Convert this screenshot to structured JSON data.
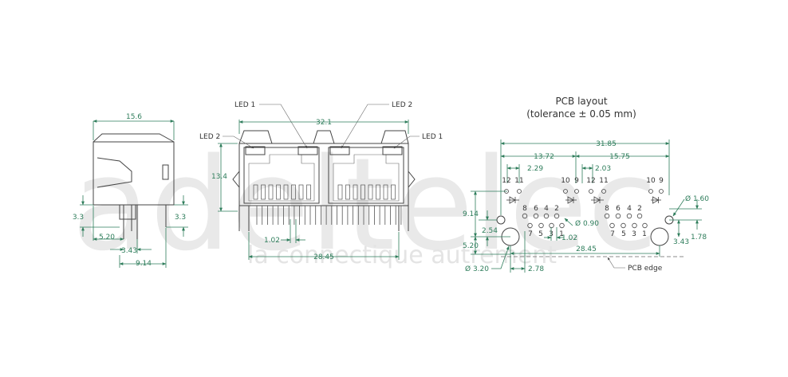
{
  "watermark": {
    "brand": "adeltelec",
    "tagline": "la connectique autrement"
  },
  "layout_title": {
    "line1": "PCB layout",
    "line2": "(tolerance ± 0.05 mm)"
  },
  "side_view": {
    "width": "15.6",
    "left_3_3": "3.3",
    "right_3_3": "3.3",
    "d5_20": "5.20",
    "d3_43": "3.43",
    "d9_14": "9.14"
  },
  "front_view": {
    "led1_left": "LED 1",
    "led2_right": "LED 2",
    "led2_left": "LED 2",
    "led1_right": "LED 1",
    "width": "32.1",
    "height": "13.4",
    "pitch": "1.02",
    "pin_span": "28.45"
  },
  "pcb_view": {
    "overall": "31.85",
    "d13_72": "13.72",
    "d15_75": "15.75",
    "d2_29": "2.29",
    "d2_03": "2.03",
    "d9_14": "9.14",
    "d2_54": "2.54",
    "d5_20": "5.20",
    "d0_90": "Ø 0.90",
    "d1_60": "Ø 1.60",
    "d1_02": "1.02",
    "d28_45": "28.45",
    "d3_43": "3.43",
    "d1_78": "1.78",
    "d3_20": "Ø 3.20",
    "d2_78": "2.78",
    "pcb_edge": "PCB edge",
    "pin_labels": {
      "g1_12": "12",
      "g1_11": "11",
      "g2_10": "10",
      "g2_9": "9",
      "g2_12": "12",
      "g2_11": "11",
      "g3_10": "10",
      "g3_9": "9",
      "r1_8": "8",
      "r1_6": "6",
      "r1_4": "4",
      "r1_2": "2",
      "r1_7": "7",
      "r1_5": "5",
      "r1_3": "3",
      "r1_1": "1",
      "r2_8": "8",
      "r2_6": "6",
      "r2_4": "4",
      "r2_2": "2",
      "r2_7": "7",
      "r2_5": "5",
      "r2_3": "3",
      "r2_1": "1"
    }
  }
}
